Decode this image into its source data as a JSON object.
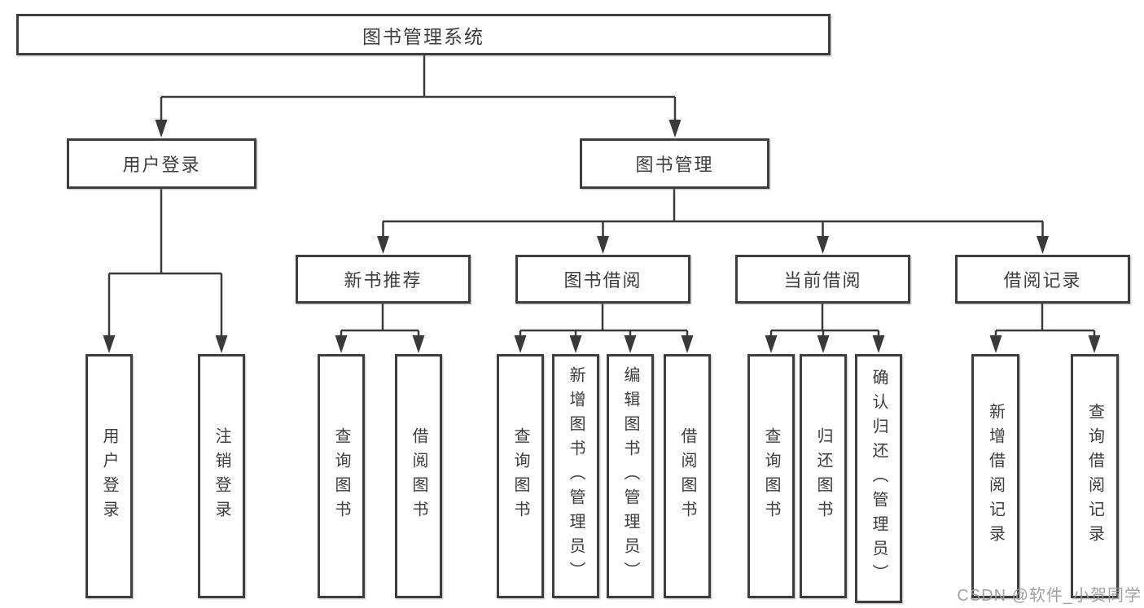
{
  "tree": {
    "root": {
      "label": "图书管理系统"
    },
    "user_branch": {
      "label": "用户登录",
      "leaves": [
        "用户登录",
        "注销登录"
      ]
    },
    "book_branch": {
      "label": "图书管理",
      "sections": [
        {
          "label": "新书推荐",
          "leaves": [
            "查询图书",
            "借阅图书"
          ]
        },
        {
          "label": "图书借阅",
          "leaves": [
            "查询图书",
            "新增图书（管理员）",
            "编辑图书（管理员）",
            "借阅图书"
          ]
        },
        {
          "label": "当前借阅",
          "leaves": [
            "查询图书",
            "归还图书",
            "确认归还（管理员）"
          ]
        },
        {
          "label": "借阅记录",
          "leaves": [
            "新增借阅记录",
            "查询借阅记录"
          ]
        }
      ]
    }
  },
  "watermark": {
    "text": "CSDN @软件_小贺同学"
  },
  "colors": {
    "background": "#ffffff",
    "box_border": "#3e3e3e",
    "connector_line": "#3a3a3a",
    "text": "#3d3d3d",
    "watermark_text": "#9a9a9a"
  }
}
